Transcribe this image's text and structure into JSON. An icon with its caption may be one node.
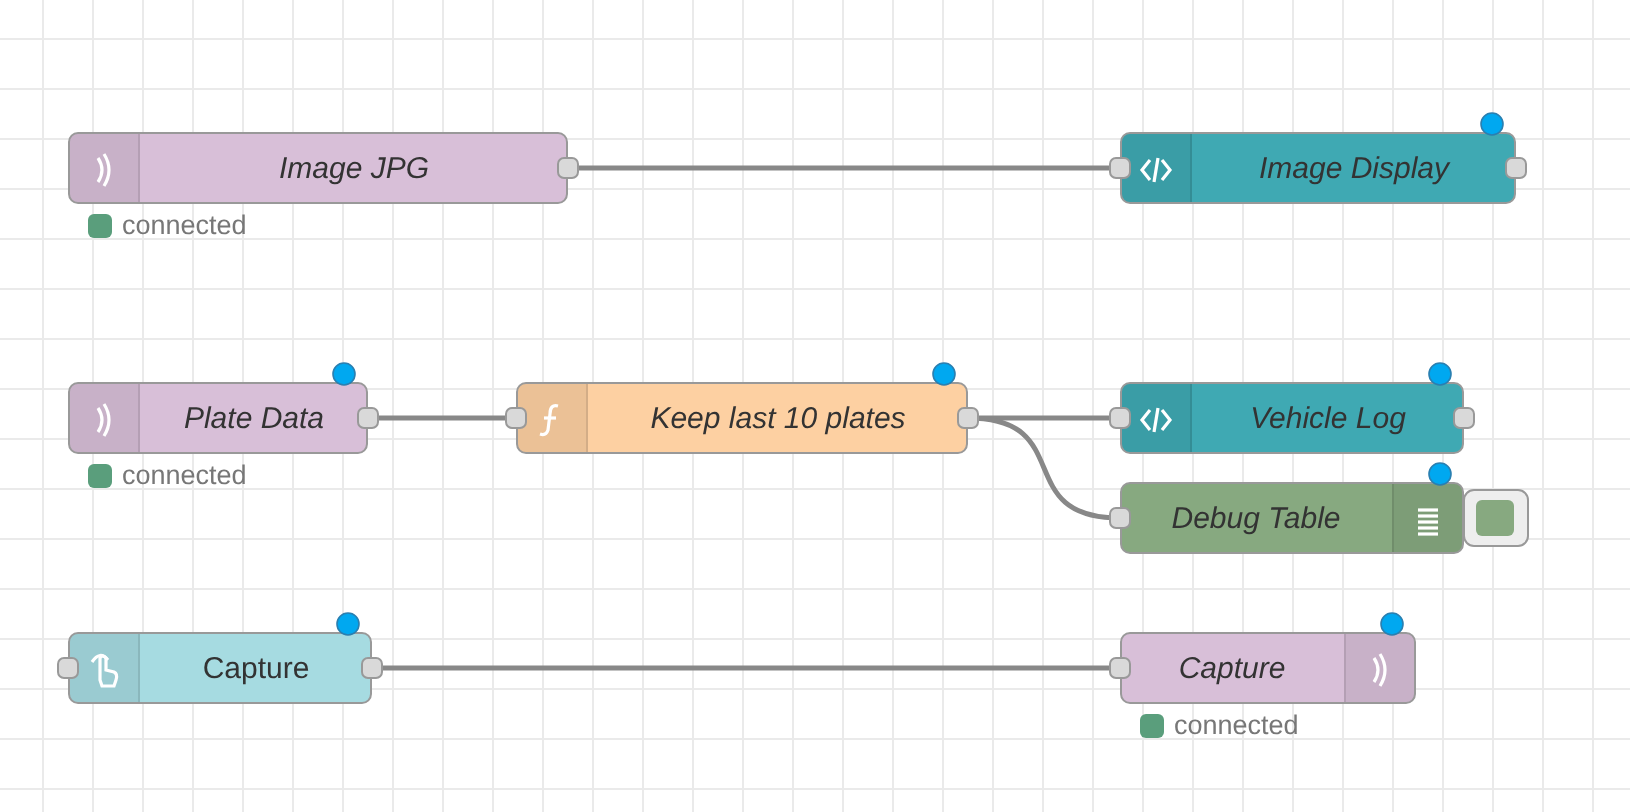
{
  "diagram": {
    "nodes": [
      {
        "text": [
          "Image JPG"
        ],
        "beside": [
          "connected"
        ]
      },
      {
        "text": [
          "Image Display"
        ]
      },
      {
        "text": [
          "Plate Data"
        ],
        "beside": [
          "connected"
        ]
      },
      {
        "text": [
          "Keep last 10 plates"
        ]
      },
      {
        "text": [
          "Vehicle Log"
        ]
      },
      {
        "text": [
          "Debug Table"
        ]
      },
      {
        "text": [
          "Capture"
        ]
      },
      {
        "text": [
          "Capture"
        ],
        "beside": [
          "connected"
        ]
      }
    ],
    "edges": [
      {
        "from": 0,
        "to": 1,
        "arrow": "none"
      },
      {
        "from": 2,
        "to": 3,
        "arrow": "none"
      },
      {
        "from": 3,
        "to": 4,
        "arrow": "none"
      },
      {
        "from": 3,
        "to": 5,
        "arrow": "none"
      },
      {
        "from": 6,
        "to": 7,
        "arrow": "none"
      }
    ]
  }
}
